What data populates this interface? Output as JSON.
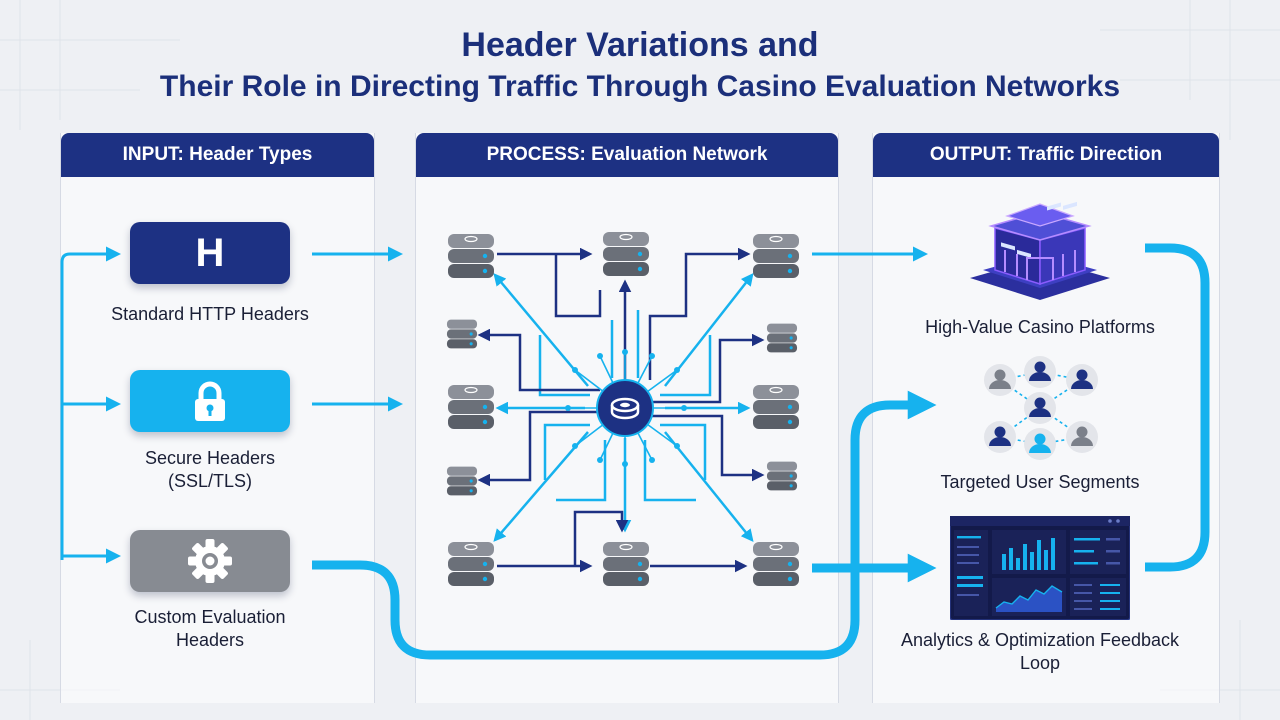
{
  "title": {
    "line1": "Header Variations and",
    "line2": "Their Role in Directing Traffic Through Casino Evaluation Networks"
  },
  "panels": {
    "input": "INPUT: Header Types",
    "process": "PROCESS: Evaluation Network",
    "output": "OUTPUT: Traffic Direction"
  },
  "inputs": [
    {
      "icon": "h-letter-icon",
      "glyph": "H",
      "label": "Standard HTTP Headers",
      "color": "#1d3183"
    },
    {
      "icon": "lock-icon",
      "label": "Secure Headers (SSL/TLS)",
      "color": "#16b2ee"
    },
    {
      "icon": "gear-icon",
      "label": "Custom Evaluation Headers",
      "color": "#878b92"
    }
  ],
  "outputs": [
    {
      "icon": "casino-building-icon",
      "label": "High-Value Casino Platforms"
    },
    {
      "icon": "user-group-icon",
      "label": "Targeted User Segments"
    },
    {
      "icon": "analytics-dashboard-icon",
      "label": "Analytics & Optimization Feedback Loop"
    }
  ],
  "colors": {
    "navy": "#1d3183",
    "cyan": "#16b2ee",
    "gray": "#878b92",
    "accent_purple": "#6a3cf0"
  }
}
